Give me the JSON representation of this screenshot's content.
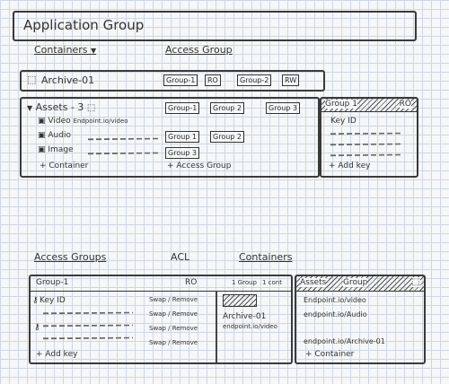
{
  "app_group": {
    "title": "Application Group"
  },
  "top": {
    "containers_label": "Containers",
    "access_group_label": "Access Group",
    "archive_row": {
      "name": "Archive-01",
      "tags": [
        "Group-1",
        "RO",
        "Group-2",
        "RW"
      ]
    },
    "assets_panel": {
      "header": "Assets - 3",
      "items": [
        "Video",
        "Audio",
        "Image"
      ],
      "endpoint_text": "Endpoint.io/video",
      "add_container": "+ Container",
      "add_access_group": "+ Access Group",
      "col_tags": [
        [
          "Group-1",
          "Group 2",
          "Group 3"
        ],
        [
          "Group 1",
          "Group 2"
        ],
        [
          "Group 3"
        ]
      ]
    },
    "group_panel": {
      "header": "Group 1",
      "access": "RO",
      "key_label": "Key ID",
      "add_key": "+ Add key"
    }
  },
  "bottom": {
    "tabs": [
      "Access Groups",
      "ACL",
      "Containers"
    ],
    "groups_panel": {
      "header": "Group-1",
      "key_label": "Key ID",
      "actions": [
        "Swap / Remove",
        "Swap / Remove",
        "Swap / Remove",
        "Swap / Remove"
      ],
      "add_key": "+ Add key"
    },
    "acl_panel": {
      "header": "RO",
      "count": "1 Group",
      "count2": "1 cont",
      "container_name": "Archive-01",
      "container_path": "endpoint.io/video"
    },
    "assets_panel": {
      "header": "Assets",
      "sub": "Group",
      "lines": [
        "Endpoint.io/video",
        "endpoint.io/Audio",
        "endpoint.io/Archive-01"
      ],
      "add_container": "+ Container"
    }
  }
}
